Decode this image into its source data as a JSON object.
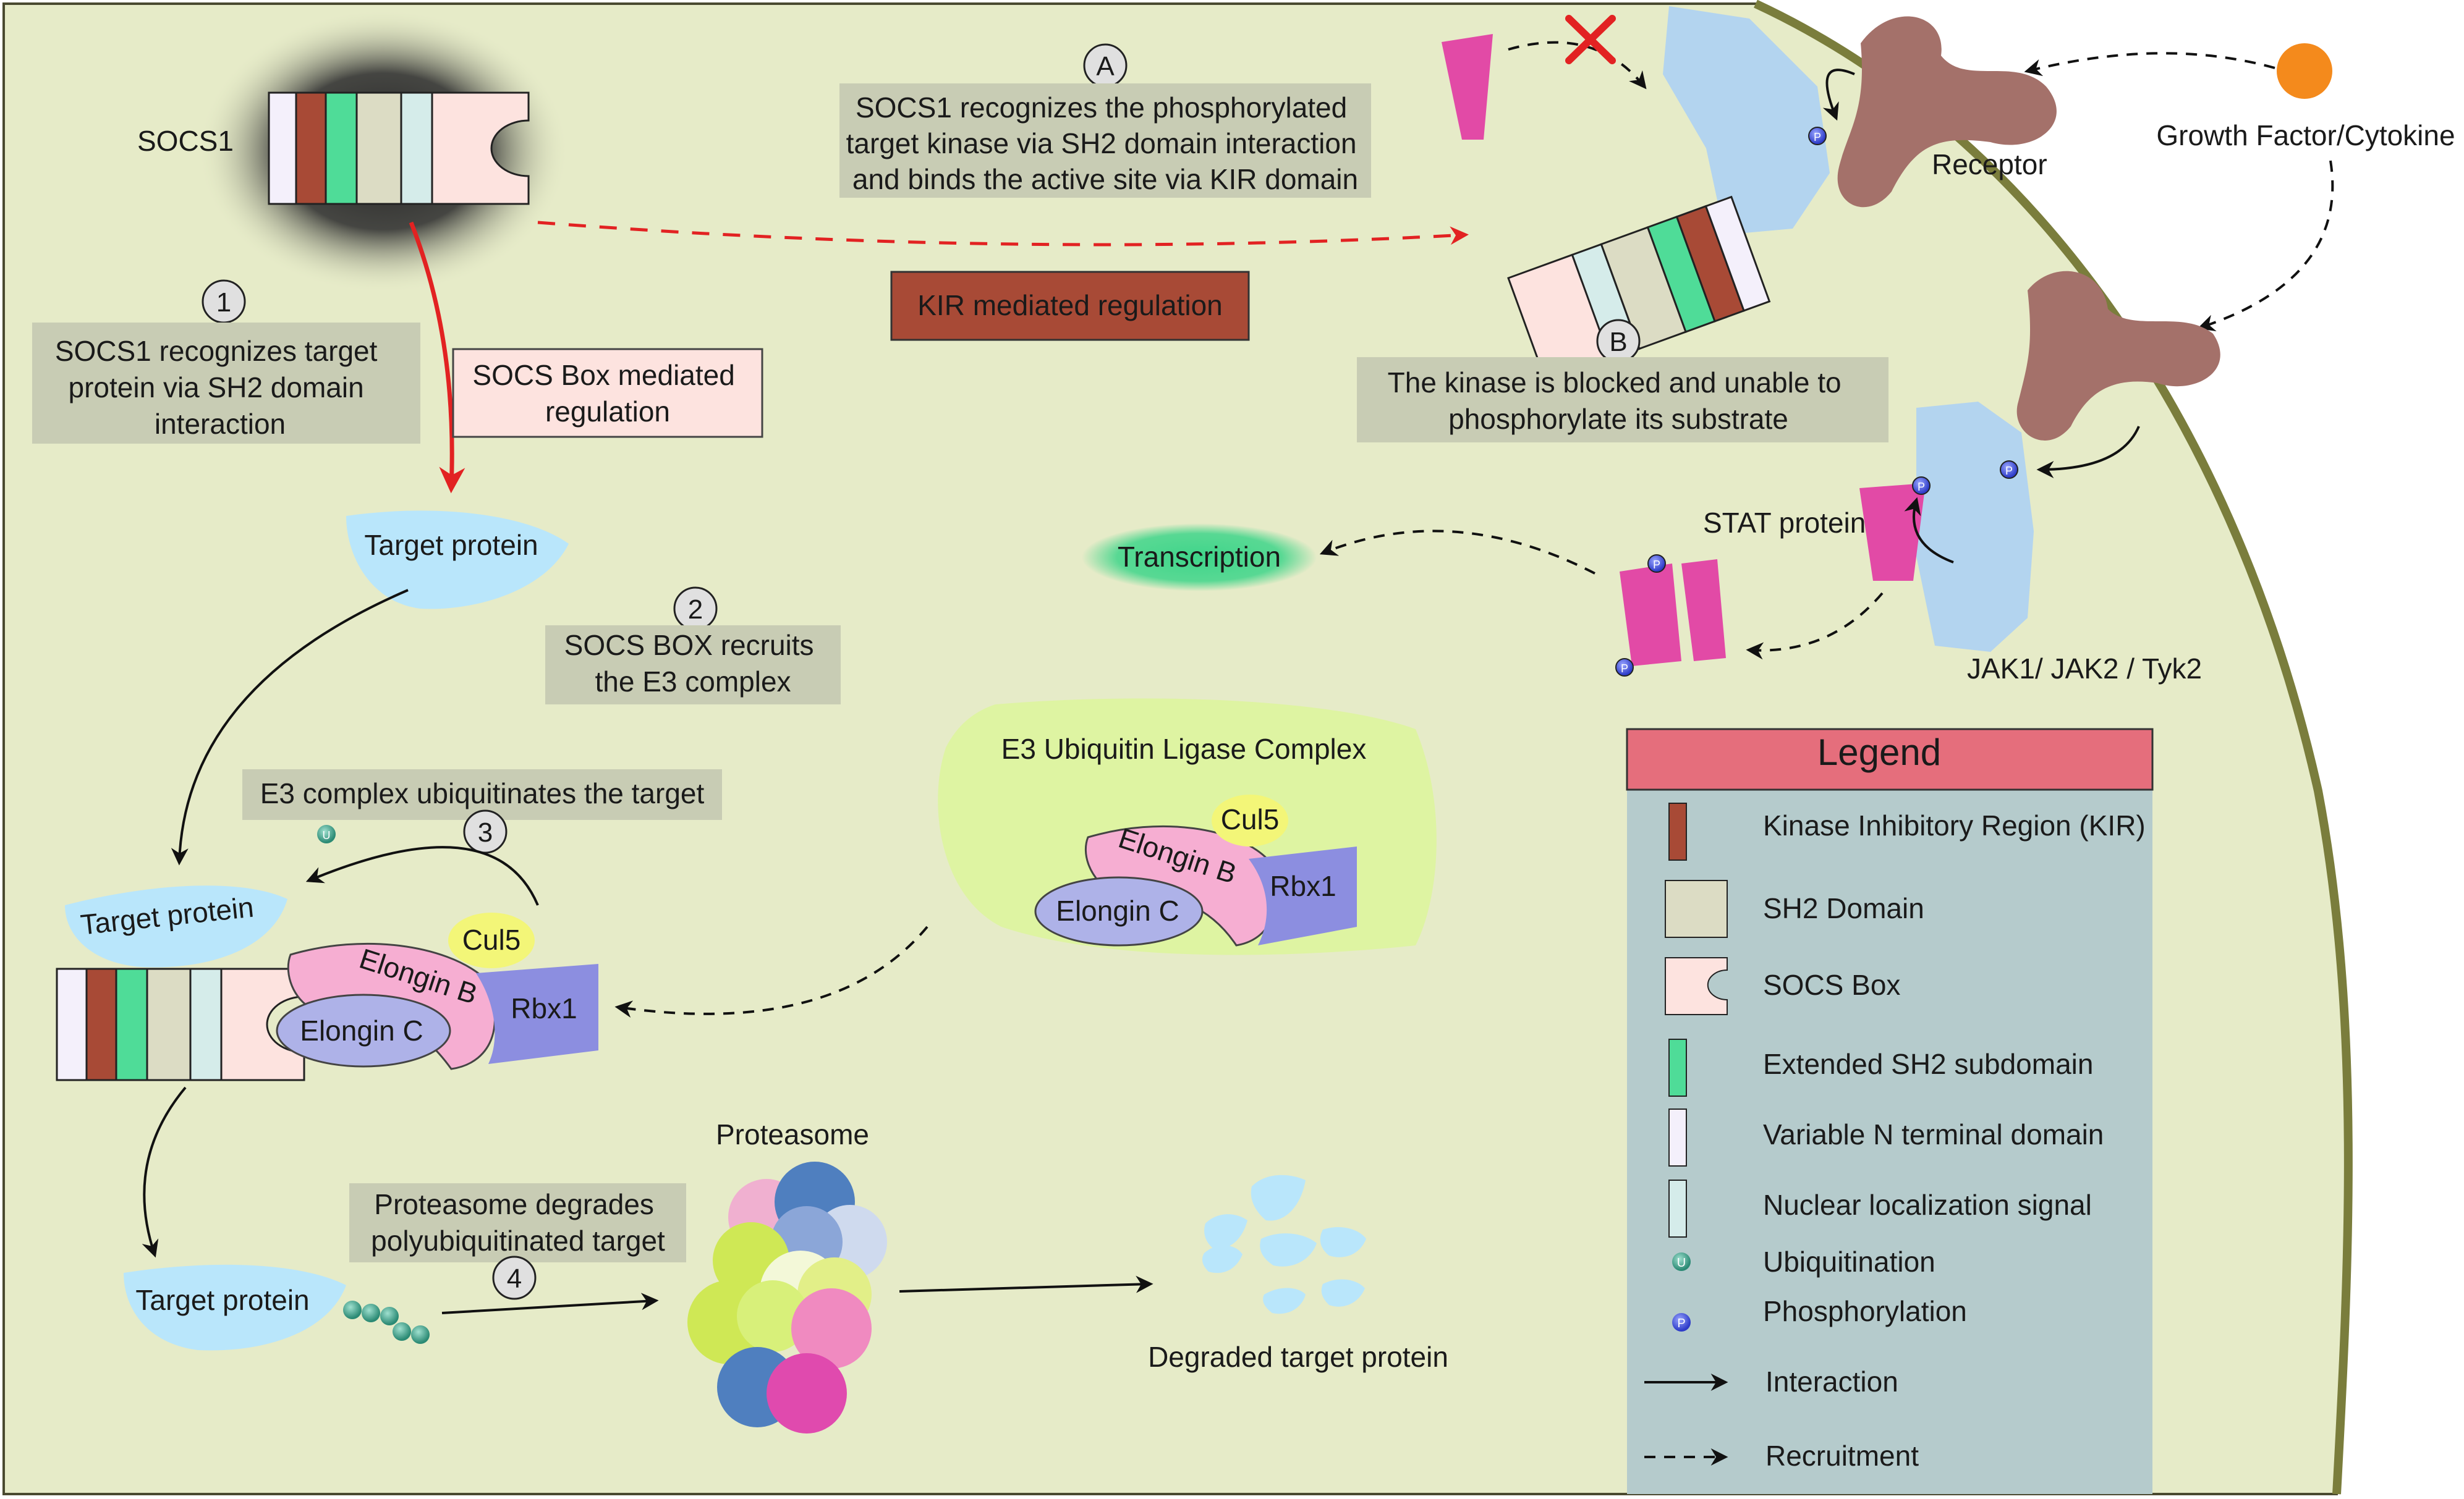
{
  "colors": {
    "cell_fill": "#e6ebc8",
    "cell_border": "#6b6b3a",
    "kir": "#a84a36",
    "sh2": "#dcdcc4",
    "socs_box": "#fde3df",
    "extended_sh2": "#4fdc98",
    "variable_n": "#f4f0fb",
    "nls": "#d5ecea",
    "note_box": "#c8ccb4",
    "target_protein": "#b9e6fb",
    "receptor": "#a4716a",
    "jak": "#b3d4ef",
    "stat": "#e24aa6",
    "legend_header": "#e56e7c",
    "legend_body": "#b5cbcc",
    "growth_factor": "#f48a1c",
    "e3_panel": "#def4a2",
    "cul5": "#f3f678",
    "elongin_b": "#f6aed2",
    "elongin_c": "#aeb2e8",
    "rbx1": "#8c8ee0",
    "transcription": "#3fd58a",
    "red_arrow": "#e22222"
  },
  "labels": {
    "socs1": "SOCS1",
    "step_a_marker": "A",
    "step_a_text": [
      "SOCS1 recognizes the phosphorylated",
      "target kinase via SH2 domain interaction",
      "and binds the active site via KIR domain"
    ],
    "kir_regulation": "KIR mediated regulation",
    "step_b_marker": "B",
    "step_b_text": [
      "The kinase is blocked and unable to",
      "phosphorylate its substrate"
    ],
    "step_1_marker": "1",
    "step_1_text": [
      "SOCS1 recognizes target",
      "protein via SH2 domain",
      "interaction"
    ],
    "socs_box_regulation": [
      "SOCS Box mediated",
      "regulation"
    ],
    "receptor": "Receptor",
    "growth_factor": "Growth Factor/Cytokine",
    "stat_protein": "STAT protein",
    "transcription": "Transcription",
    "jak": "JAK1/ JAK2 / Tyk2",
    "target_protein_1": "Target protein",
    "step_2_marker": "2",
    "step_2_text": [
      "SOCS BOX recruits",
      "the E3 complex"
    ],
    "step_3_marker": "3",
    "step_3_text": "E3 complex ubiquitinates the target",
    "target_protein_2": "Target protein",
    "e3_title": "E3 Ubiquitin Ligase Complex",
    "cul5": "Cul5",
    "elongin_b": "Elongin B",
    "elongin_c": "Elongin C",
    "rbx1": "Rbx1",
    "proteasome": "Proteasome",
    "step_4_marker": "4",
    "step_4_text": [
      "Proteasome degrades",
      "polyubiquitinated target"
    ],
    "target_protein_3": "Target protein",
    "degraded": "Degraded target protein",
    "phospho": "P",
    "ubiq": "U"
  },
  "legend": {
    "title": "Legend",
    "items": [
      {
        "icon": "kir-swatch",
        "label": "Kinase Inhibitory Region (KIR)"
      },
      {
        "icon": "sh2-swatch",
        "label": "SH2 Domain"
      },
      {
        "icon": "socs-box-swatch",
        "label": "SOCS Box"
      },
      {
        "icon": "extended-sh2-swatch",
        "label": "Extended SH2 subdomain"
      },
      {
        "icon": "variable-n-swatch",
        "label": "Variable N terminal domain"
      },
      {
        "icon": "nls-swatch",
        "label": "Nuclear localization signal"
      },
      {
        "icon": "ubiquitin-icon",
        "label": "Ubiquitination"
      },
      {
        "icon": "phosphate-icon",
        "label": "Phosphorylation"
      },
      {
        "icon": "solid-arrow-icon",
        "label": "Interaction"
      },
      {
        "icon": "dashed-arrow-icon",
        "label": "Recruitment"
      }
    ]
  }
}
